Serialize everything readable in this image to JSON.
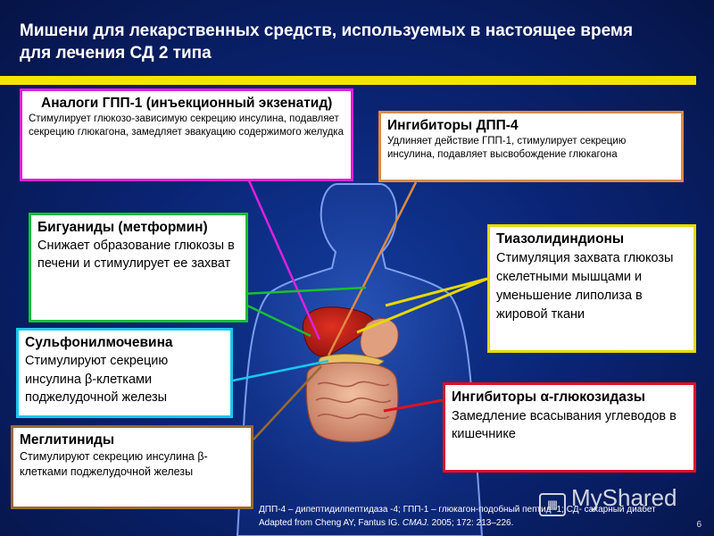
{
  "title": "Мишени для лекарственных средств, используемых в настоящее время для лечения СД 2 типа",
  "boxes": {
    "glp": {
      "head": "Аналоги ГПП-1 (инъекционный экзенатид)",
      "desc": "Стимулирует глюкозо-зависимую секрецию инсулина, подавляет секрецию глюкагона, замедляет эвакуацию содержимого желудка"
    },
    "dpp": {
      "head": "Ингибиторы ДПП-4",
      "desc": "Удлиняет действие ГПП-1, стимулирует секрецию инсулина, подавляет высвобождение глюкагона"
    },
    "big": {
      "head": "Бигуаниды (метформин)",
      "desc": "Снижает образование глюкозы в печени и стимулирует ее захват"
    },
    "tzd": {
      "head": "Тиазолидиндионы",
      "desc": "Стимуляция захвата глюкозы скелетными мышцами и уменьшение липолиза в жировой ткани"
    },
    "su": {
      "head": "Сульфонилмочевина",
      "desc": "Стимулируют секрецию инсулина β-клетками поджелудочной железы"
    },
    "agi": {
      "head": "Ингибиторы α-глюкозидазы",
      "desc": "Замедление всасывания углеводов в кишечнике"
    },
    "meg": {
      "head": "Меглитиниды",
      "desc": "Стимулируют секрецию инсулина β-клетками поджелудочной железы"
    }
  },
  "footnote": {
    "abbrev": "ДПП-4 – дипептидилпептидаза -4; ГПП-1 – глюкагон-подобный пептид -1; СД- сахарный диабет",
    "cite_prefix": "Adapted from Cheng AY, Fantus IG.",
    "cite_journal": "CMAJ.",
    "cite_suffix": "2005; 172: 213–226."
  },
  "page_number": "6",
  "watermark": "MyShared",
  "colors": {
    "glp": "#e020e0",
    "dpp": "#e08a40",
    "big": "#18c030",
    "tzd": "#e8d800",
    "su": "#18c8f0",
    "agi": "#e01020",
    "meg": "#9a6a30",
    "title_bar": "#f2e600",
    "background": "#0a2474"
  }
}
